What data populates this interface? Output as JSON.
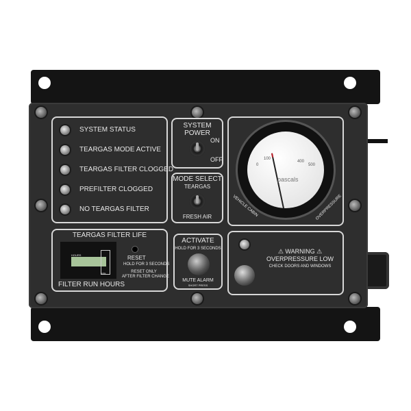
{
  "indicators": [
    "SYSTEM STATUS",
    "TEARGAS MODE ACTIVE",
    "TEARGAS FILTER CLOGGED",
    "PREFILTER CLOGGED",
    "NO TEARGAS FILTER"
  ],
  "system_power": {
    "title": "SYSTEM POWER",
    "on": "ON",
    "off": "OFF"
  },
  "mode_select": {
    "title": "MODE SELECT",
    "teargas": "TEARGAS",
    "fresh_air": "FRESH AIR"
  },
  "gauge": {
    "unit": "pascals",
    "ticks": [
      "0",
      "100",
      "400",
      "500"
    ],
    "value": 150,
    "left_label": "VEHICLE CABIN",
    "right_label": "OVERPRESSURE",
    "needle_color": "#c0202a"
  },
  "filter_life": {
    "title": "TEARGAS FILTER LIFE",
    "display_label": "HOURS",
    "side_label": "LIFE",
    "footer": "FILTER RUN HOURS",
    "reset": "RESET",
    "reset_hold": "HOLD FOR 3 SECONDS",
    "reset_note1": "RESET ONLY",
    "reset_note2": "AFTER FILTER CHANGE"
  },
  "activate": {
    "title": "ACTIVATE",
    "hold": "HOLD FOR 3 SECONDS",
    "mute": "MUTE ALARM",
    "short": "SHORT PRESS"
  },
  "warning": {
    "title": "⚠ WARNING ⚠",
    "line1": "OVERPRESSURE LOW",
    "line2": "CHECK DOORS AND WINDOWS"
  }
}
